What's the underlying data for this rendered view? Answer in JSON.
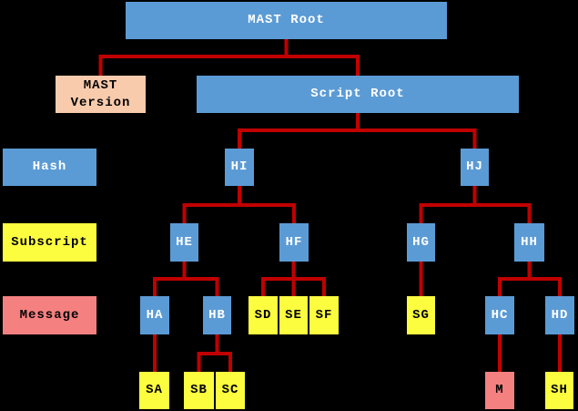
{
  "diagram": {
    "background": "#000000",
    "colors": {
      "hash_fill": "#5b9bd5",
      "hash_text": "#ffffff",
      "subscript_fill": "#fdfd40",
      "message_fill": "#f58080",
      "version_fill": "#f8cbad",
      "dark_text": "#000000",
      "connector": "#c00000"
    },
    "legend": {
      "hash": "Hash",
      "subscript": "Subscript",
      "message": "Message"
    },
    "nodes": {
      "mast_root": "MAST Root",
      "mast_version": "MAST Version",
      "script_root": "Script Root",
      "hi": "HI",
      "hj": "HJ",
      "he": "HE",
      "hf": "HF",
      "hg": "HG",
      "hh": "HH",
      "ha": "HA",
      "hb": "HB",
      "sd": "SD",
      "se": "SE",
      "sf": "SF",
      "sg": "SG",
      "hc": "HC",
      "hd": "HD",
      "sa": "SA",
      "sb": "SB",
      "sc": "SC",
      "m": "M",
      "sh": "SH"
    },
    "edges": [
      [
        "MAST Root",
        "MAST Version"
      ],
      [
        "MAST Root",
        "Script Root"
      ],
      [
        "Script Root",
        "HI"
      ],
      [
        "Script Root",
        "HJ"
      ],
      [
        "HI",
        "HE"
      ],
      [
        "HI",
        "HF"
      ],
      [
        "HJ",
        "HG"
      ],
      [
        "HJ",
        "HH"
      ],
      [
        "HE",
        "HA"
      ],
      [
        "HE",
        "HB"
      ],
      [
        "HF",
        "SD"
      ],
      [
        "HF",
        "SE"
      ],
      [
        "HF",
        "SF"
      ],
      [
        "HG",
        "SG"
      ],
      [
        "HH",
        "HC"
      ],
      [
        "HH",
        "HD"
      ],
      [
        "HA",
        "SA"
      ],
      [
        "HB",
        "SB"
      ],
      [
        "HB",
        "SC"
      ],
      [
        "HC",
        "M"
      ],
      [
        "HD",
        "SH"
      ]
    ]
  }
}
